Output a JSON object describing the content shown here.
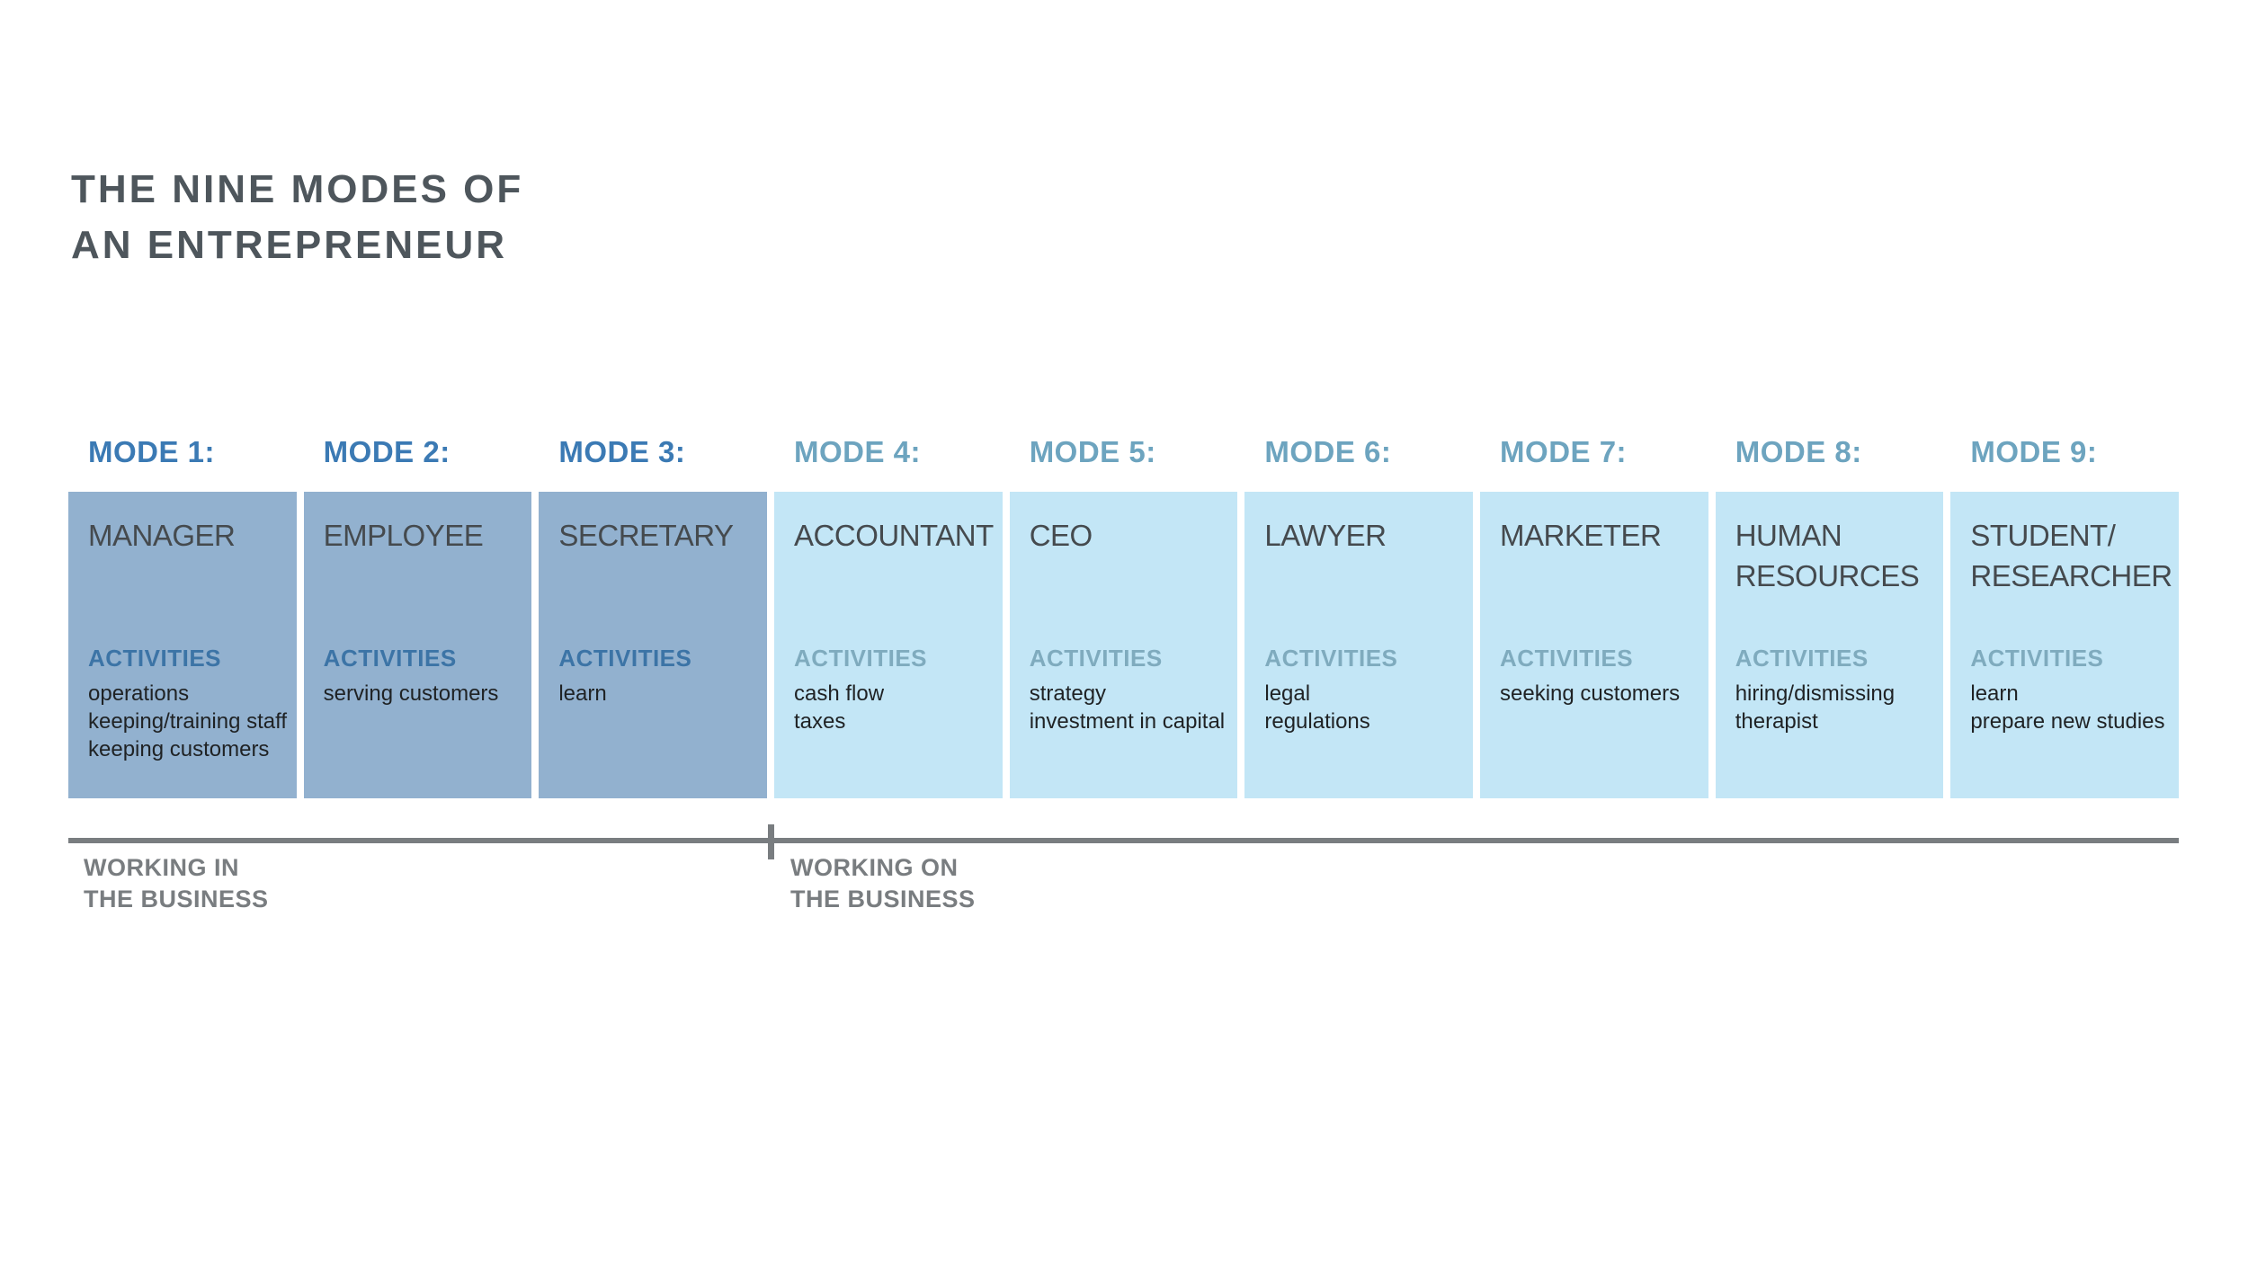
{
  "title": {
    "line1": "THE NINE MODES OF",
    "line2": "AN ENTREPRENEUR"
  },
  "colors": {
    "dark_box": "#92b1cf",
    "light_box": "#c3e6f6",
    "mode_label_dark": "#3b7ab4",
    "mode_label_light": "#6da4bf",
    "activities_label_dark": "#3c74a6",
    "activities_label_light": "#7fabbe",
    "role_text": "#454a4e",
    "body_text": "#1f2224",
    "title_text": "#4e565c",
    "axis_gray": "#797d80"
  },
  "modes": [
    {
      "label": "MODE 1:",
      "role_lines": [
        "MANAGER"
      ],
      "activities_label": "ACTIVITIES",
      "activities": [
        "operations",
        "keeping/training staff",
        "keeping customers"
      ],
      "variant": "dark"
    },
    {
      "label": "MODE 2:",
      "role_lines": [
        "EMPLOYEE"
      ],
      "activities_label": "ACTIVITIES",
      "activities": [
        "serving customers"
      ],
      "variant": "dark"
    },
    {
      "label": "MODE 3:",
      "role_lines": [
        "SECRETARY"
      ],
      "activities_label": "ACTIVITIES",
      "activities": [
        "learn"
      ],
      "variant": "dark"
    },
    {
      "label": "MODE 4:",
      "role_lines": [
        "ACCOUNTANT"
      ],
      "activities_label": "ACTIVITIES",
      "activities": [
        "cash flow",
        "taxes"
      ],
      "variant": "light"
    },
    {
      "label": "MODE 5:",
      "role_lines": [
        "CEO"
      ],
      "activities_label": "ACTIVITIES",
      "activities": [
        "strategy",
        "investment in capital"
      ],
      "variant": "light"
    },
    {
      "label": "MODE 6:",
      "role_lines": [
        "LAWYER"
      ],
      "activities_label": "ACTIVITIES",
      "activities": [
        "legal",
        "regulations"
      ],
      "variant": "light"
    },
    {
      "label": "MODE 7:",
      "role_lines": [
        "MARKETER"
      ],
      "activities_label": "ACTIVITIES",
      "activities": [
        "seeking customers"
      ],
      "variant": "light"
    },
    {
      "label": "MODE 8:",
      "role_lines": [
        "HUMAN",
        "RESOURCES"
      ],
      "activities_label": "ACTIVITIES",
      "activities": [
        "hiring/dismissing",
        "therapist"
      ],
      "variant": "light"
    },
    {
      "label": "MODE 9:",
      "role_lines": [
        "STUDENT/",
        "RESEARCHER"
      ],
      "activities_label": "ACTIVITIES",
      "activities": [
        "learn",
        "prepare new studies"
      ],
      "variant": "light"
    }
  ],
  "axis": {
    "left_label_line1": "WORKING IN",
    "left_label_line2": "THE BUSINESS",
    "right_label_line1": "WORKING ON",
    "right_label_line2": "THE BUSINESS"
  }
}
